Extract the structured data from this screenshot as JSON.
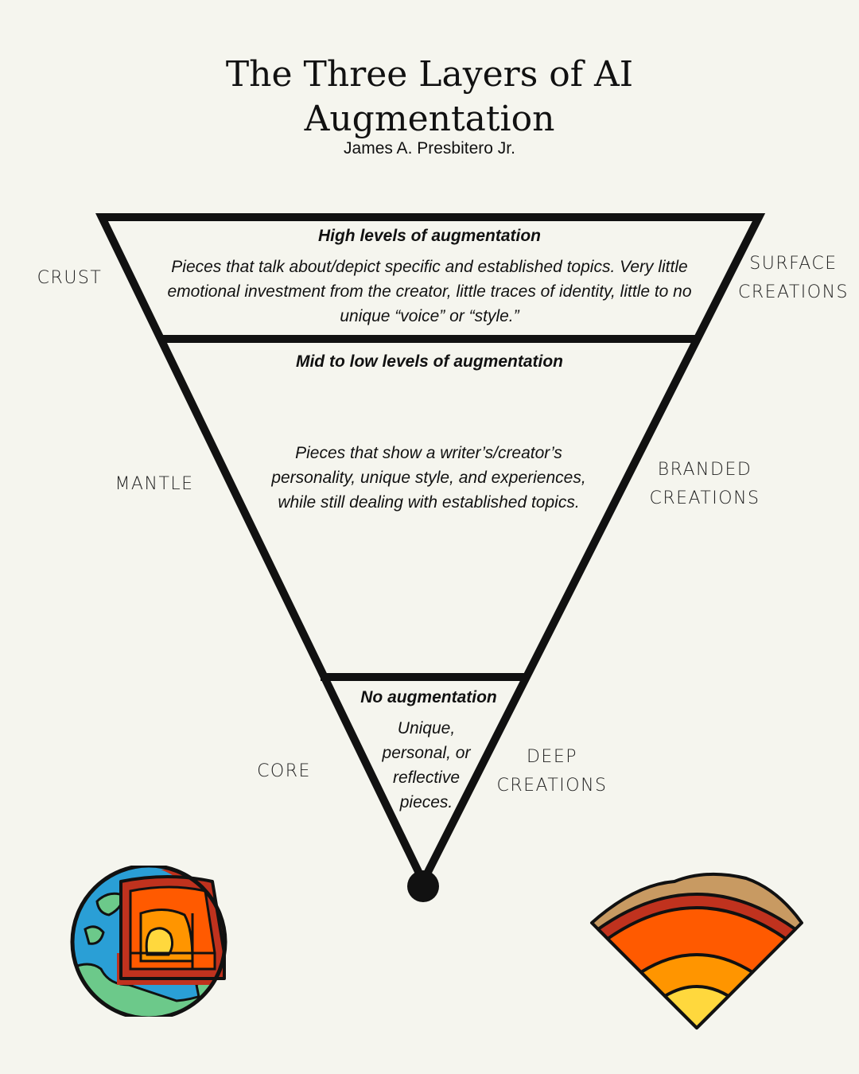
{
  "title": "The Three Layers of AI Augmentation",
  "author": "James A. Presbitero Jr.",
  "layers": [
    {
      "heading": "High levels of augmentation",
      "description": "Pieces that talk about/depict specific  and established topics. Very little emotional investment from the creator, little traces of identity, little to no unique “voice” or “style.”",
      "left_label": "CRUST",
      "right_label": "SURFACE CREATIONS"
    },
    {
      "heading": "Mid to low levels of augmentation",
      "description": "Pieces that show a writer’s/creator’s personality, unique style, and experiences, while still dealing with established topics.",
      "left_label": "MANTLE",
      "right_label": "BRANDED CREATIONS"
    },
    {
      "heading": "No augmentation",
      "description": "Unique, personal, or reflective pieces.",
      "left_label": "CORE",
      "right_label": "DEEP CREATIONS"
    }
  ],
  "colors": {
    "background": "#f5f5ee",
    "stroke": "#111111",
    "ocean": "#2a9fd6",
    "land": "#6cc98a",
    "crust": "#c0321e",
    "mantle": "#ff5a00",
    "outer_core": "#ff9500",
    "inner_core": "#ffd83d",
    "surface": "#c89a62"
  },
  "icons": [
    "earth-globe-cutaway-icon",
    "earth-layers-wedge-icon"
  ]
}
